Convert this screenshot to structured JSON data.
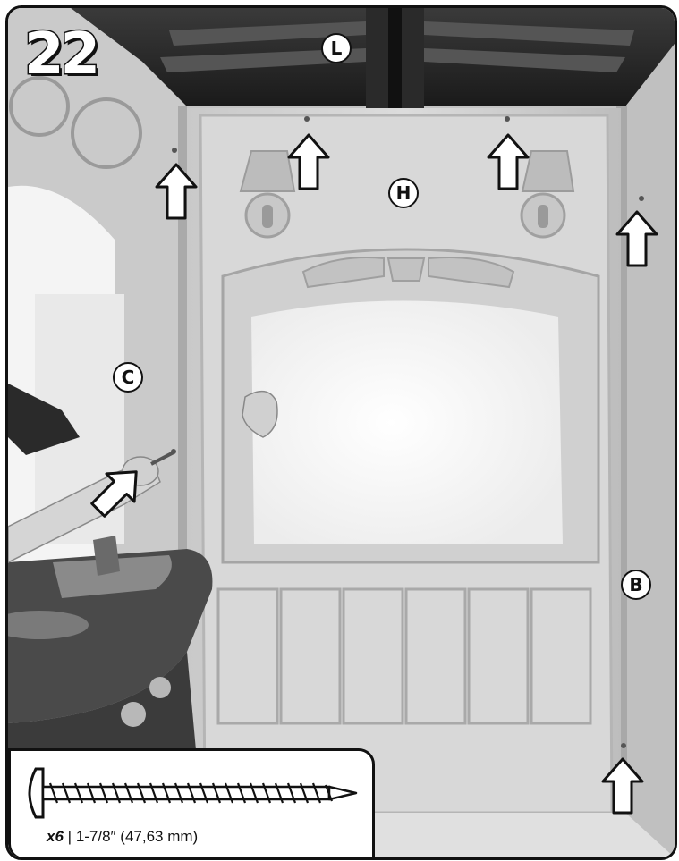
{
  "step": {
    "number": "22"
  },
  "part_labels": {
    "L": "L",
    "H": "H",
    "C": "C",
    "B": "B"
  },
  "hardware": {
    "quantity": "x6",
    "separator": "|",
    "size": "1-7/8″ (47,63 mm)",
    "icon": "screw-icon"
  },
  "colors": {
    "ink": "#111111",
    "panel": "#d4d4d4",
    "window": "#f7f7f7"
  }
}
